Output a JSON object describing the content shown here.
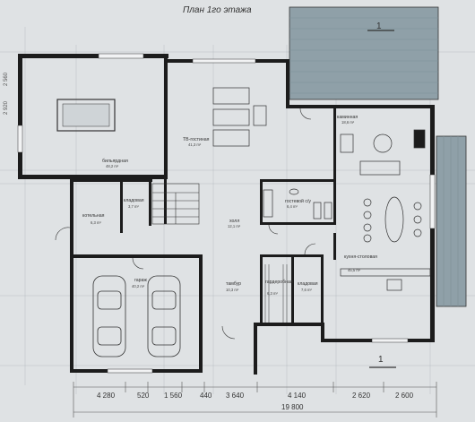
{
  "title": "План 1го этажа",
  "section_mark": "1",
  "rooms": [
    {
      "label": "бильярдная",
      "area": "48,2 m²"
    },
    {
      "label": "ТВ-гостиная",
      "area": "41,3 m²"
    },
    {
      "label": "каминная",
      "area": "18,6 m²"
    },
    {
      "label": "котельная",
      "area": "6,3 m²"
    },
    {
      "label": "кладовая",
      "area": "3,7 m²"
    },
    {
      "label": "холл",
      "area": "12,1 m²"
    },
    {
      "label": "гостевой с/у",
      "area": "6,4 m²"
    },
    {
      "label": "кухня-столовая",
      "area": "45,5 m²"
    },
    {
      "label": "гараж",
      "area": "40,2 m²"
    },
    {
      "label": "тамбур",
      "area": "10,3 m²"
    },
    {
      "label": "гардеробная",
      "area": "6,3 m²"
    },
    {
      "label": "кладовая",
      "area": "7,6 m²"
    }
  ],
  "dimensions": {
    "segments": [
      "4 280",
      "520",
      "1 560",
      "440",
      "3 640",
      "4 140",
      "2 620",
      "2 600"
    ],
    "total": "19 800",
    "left_ticks": [
      "2 920",
      "2 560"
    ]
  },
  "colors": {
    "wall": "#1c1c1c",
    "terrace": "#8fa0a8",
    "paper": "#dfe2e4"
  }
}
